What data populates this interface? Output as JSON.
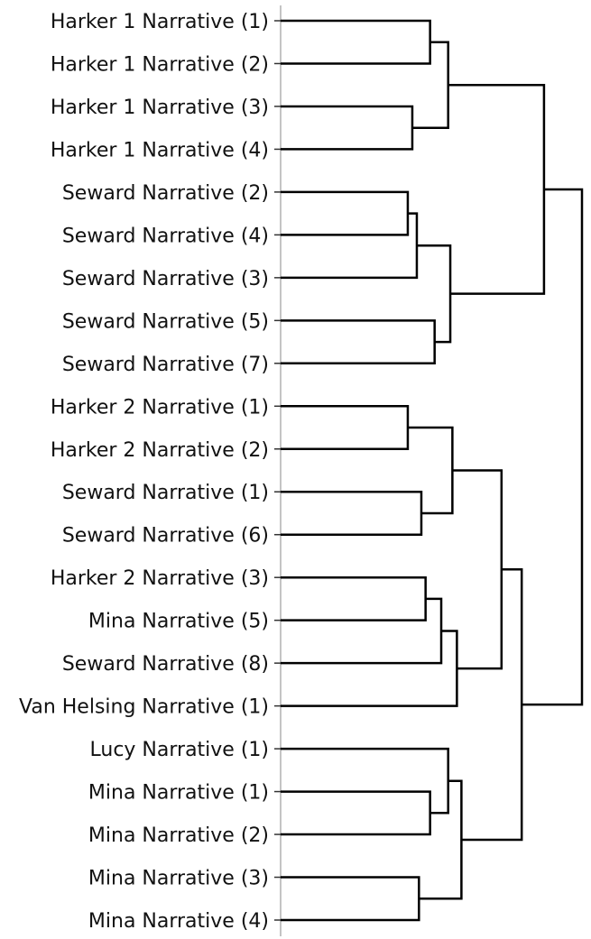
{
  "chart_data": {
    "type": "dendrogram",
    "orientation": "leaves-left",
    "leaves": [
      "Harker 1 Narrative (1)",
      "Harker 1 Narrative (2)",
      "Harker 1 Narrative (3)",
      "Harker 1 Narrative (4)",
      "Seward Narrative (2)",
      "Seward Narrative (4)",
      "Seward Narrative (3)",
      "Seward Narrative (5)",
      "Seward Narrative (7)",
      "Harker 2 Narrative (1)",
      "Harker 2 Narrative (2)",
      "Seward Narrative (1)",
      "Seward Narrative (6)",
      "Harker 2 Narrative (3)",
      "Mina Narrative (5)",
      "Seward Narrative (8)",
      "Van Helsing Narrative (1)",
      "Lucy Narrative (1)",
      "Mina Narrative (1)",
      "Mina Narrative (2)",
      "Mina Narrative (3)",
      "Mina Narrative (4)"
    ],
    "merges": [
      {
        "id": "m0",
        "a": "L0",
        "b": "L1",
        "height": 0.496
      },
      {
        "id": "m1",
        "a": "L2",
        "b": "L3",
        "height": 0.437
      },
      {
        "id": "m2",
        "a": "m0",
        "b": "m1",
        "height": 0.556
      },
      {
        "id": "m3",
        "a": "L4",
        "b": "L5",
        "height": 0.422
      },
      {
        "id": "m4",
        "a": "m3",
        "b": "L6",
        "height": 0.452
      },
      {
        "id": "m5",
        "a": "L7",
        "b": "L8",
        "height": 0.511
      },
      {
        "id": "m6",
        "a": "m4",
        "b": "m5",
        "height": 0.563
      },
      {
        "id": "m7",
        "a": "m2",
        "b": "m6",
        "height": 0.874
      },
      {
        "id": "m8",
        "a": "L9",
        "b": "L10",
        "height": 0.422
      },
      {
        "id": "m9",
        "a": "L11",
        "b": "L12",
        "height": 0.467
      },
      {
        "id": "m10",
        "a": "m8",
        "b": "m9",
        "height": 0.57
      },
      {
        "id": "m11",
        "a": "L13",
        "b": "L14",
        "height": 0.481
      },
      {
        "id": "m12",
        "a": "m11",
        "b": "L15",
        "height": 0.533
      },
      {
        "id": "m13",
        "a": "m12",
        "b": "L16",
        "height": 0.585
      },
      {
        "id": "m14",
        "a": "m10",
        "b": "m13",
        "height": 0.733
      },
      {
        "id": "m15",
        "a": "L18",
        "b": "L19",
        "height": 0.496
      },
      {
        "id": "m16",
        "a": "L17",
        "b": "m15",
        "height": 0.556
      },
      {
        "id": "m17",
        "a": "L20",
        "b": "L21",
        "height": 0.459
      },
      {
        "id": "m18",
        "a": "m16",
        "b": "m17",
        "height": 0.6
      },
      {
        "id": "m19",
        "a": "m14",
        "b": "m18",
        "height": 0.8
      },
      {
        "id": "m20",
        "a": "m7",
        "b": "m19",
        "height": 1.0
      }
    ]
  }
}
